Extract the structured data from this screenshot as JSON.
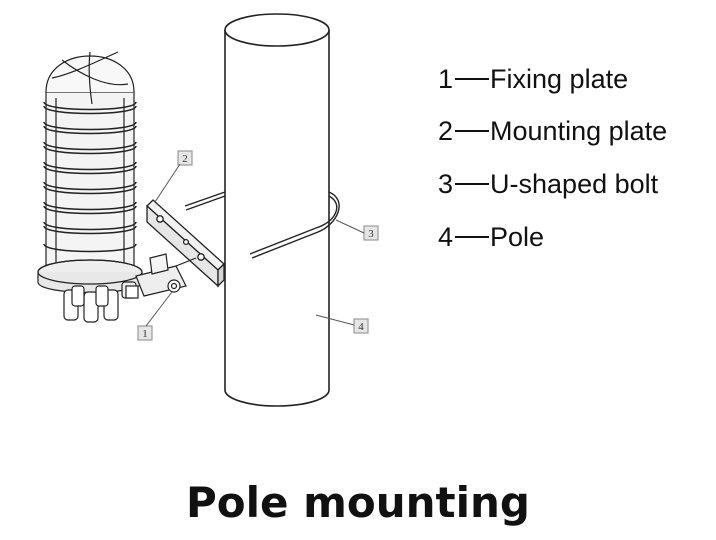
{
  "diagram": {
    "callouts": [
      {
        "number": "1",
        "label": "Fixing plate"
      },
      {
        "number": "2",
        "label": "Mounting plate"
      },
      {
        "number": "3",
        "label": "U-shaped bolt"
      },
      {
        "number": "4",
        "label": "Pole"
      }
    ],
    "caption": "Pole mounting",
    "colors": {
      "line": "#222222",
      "label_box": "#9a9a9a"
    }
  }
}
